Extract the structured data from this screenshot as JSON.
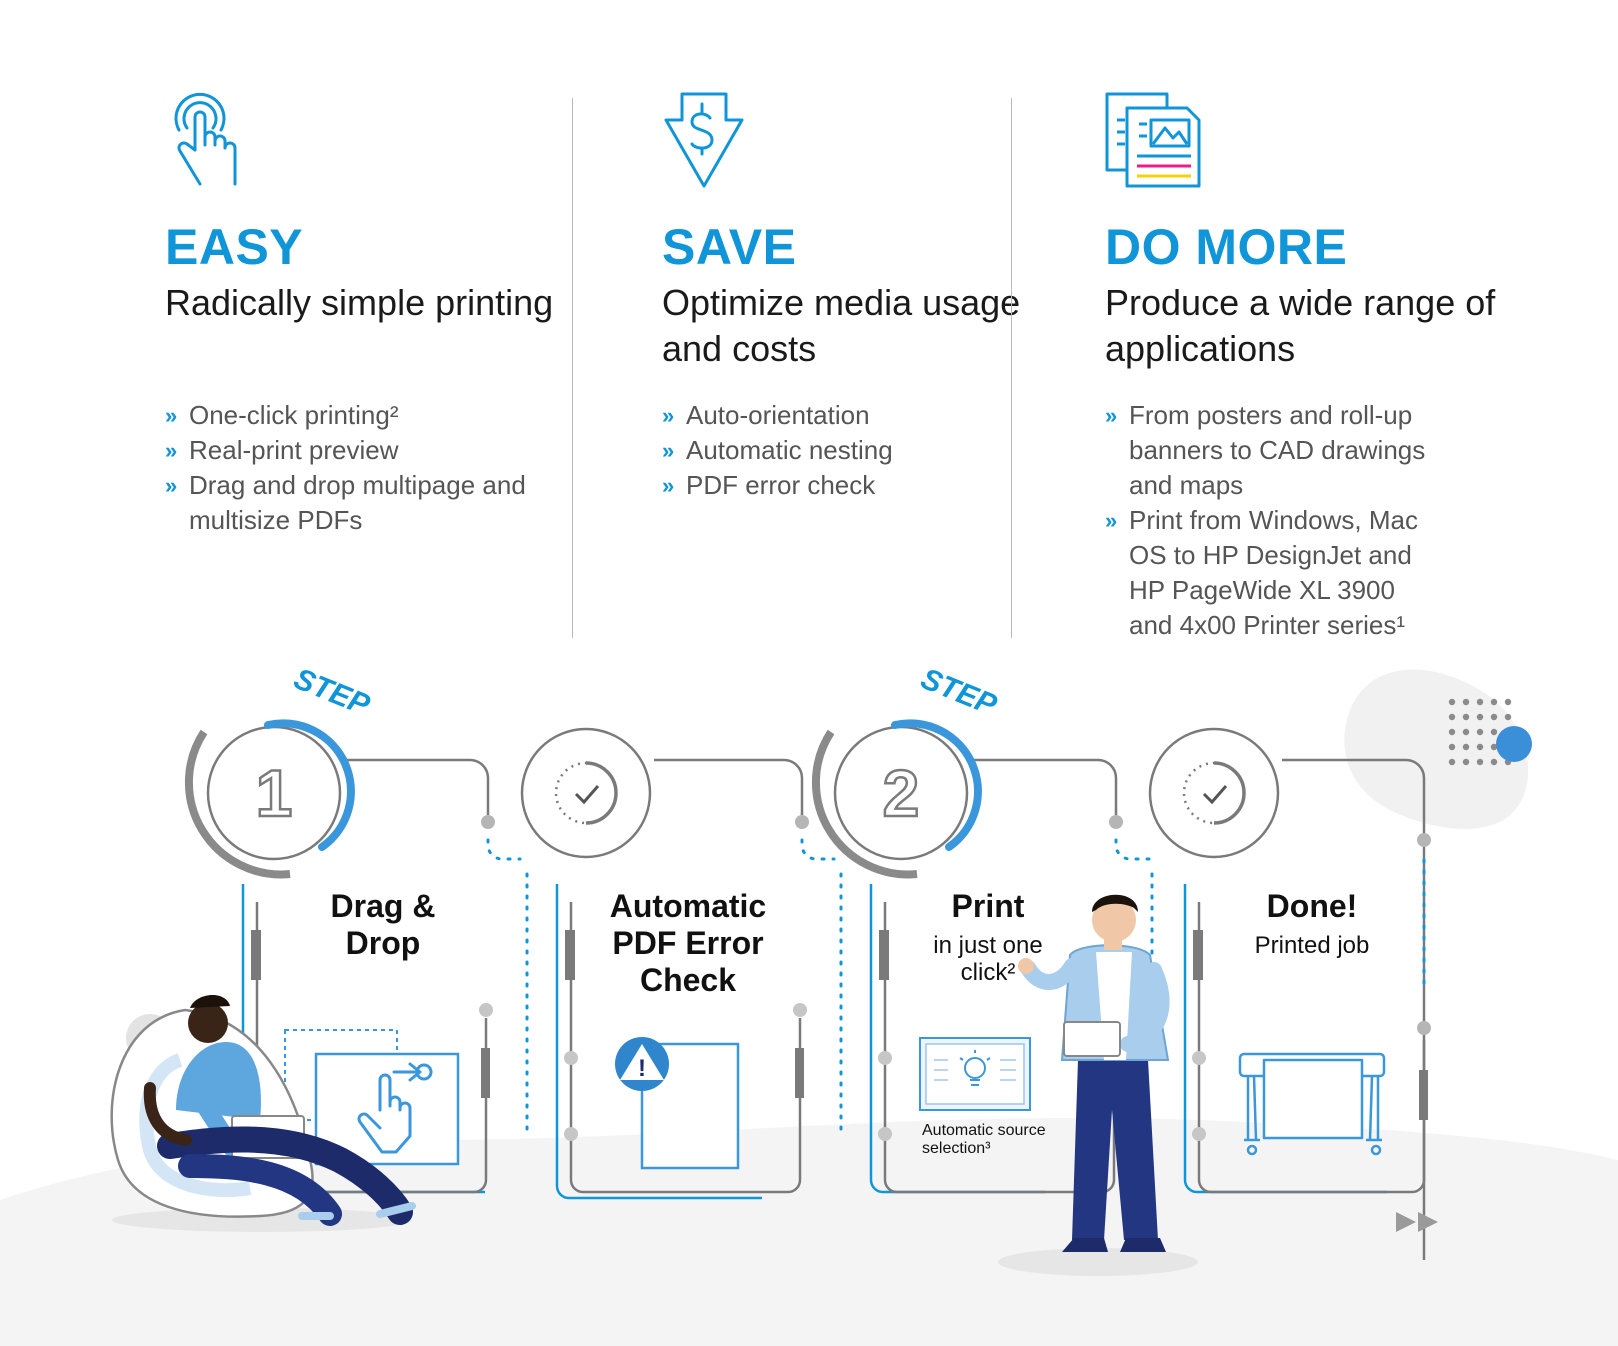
{
  "columns": [
    {
      "icon": "touch-hand-icon",
      "heading": "EASY",
      "subheading": "Radically simple printing",
      "bullets": [
        "One-click printing²",
        "Real-print preview",
        "Drag and drop multipage and multisize PDFs"
      ]
    },
    {
      "icon": "dollar-down-arrow-icon",
      "heading": "SAVE",
      "subheading": "Optimize media usage and costs",
      "bullets": [
        "Auto-orientation",
        "Automatic nesting",
        "PDF error check"
      ]
    },
    {
      "icon": "documents-icon",
      "heading": "DO MORE",
      "subheading": "Produce a wide range of applications",
      "bullets": [
        "From posters and roll-up banners to CAD drawings and maps",
        "Print from Windows, Mac OS to HP DesignJet and HP PageWide XL 3900 and 4x00 Printer series¹"
      ]
    }
  ],
  "bullet_glyph": "»",
  "workflow": {
    "step_word": "STEP",
    "steps": [
      {
        "badge": "1",
        "title": "Drag & Drop",
        "subtitle": ""
      },
      {
        "badge": "",
        "title": "Automatic PDF Error Check",
        "subtitle": ""
      },
      {
        "badge": "2",
        "title": "Print",
        "subtitle": "in just one click²"
      },
      {
        "badge": "",
        "title": "Done!",
        "subtitle": "Printed job"
      }
    ],
    "print_caption": "Automatic source selection³",
    "warning_glyph": "!"
  },
  "colors": {
    "accent_blue": "#0f95d8",
    "text_dark": "#1a1a1a",
    "text_gray": "#555555",
    "line_gray": "#7a7a7a",
    "navy": "#1d2b6b",
    "light_blue": "#a9cdec"
  }
}
